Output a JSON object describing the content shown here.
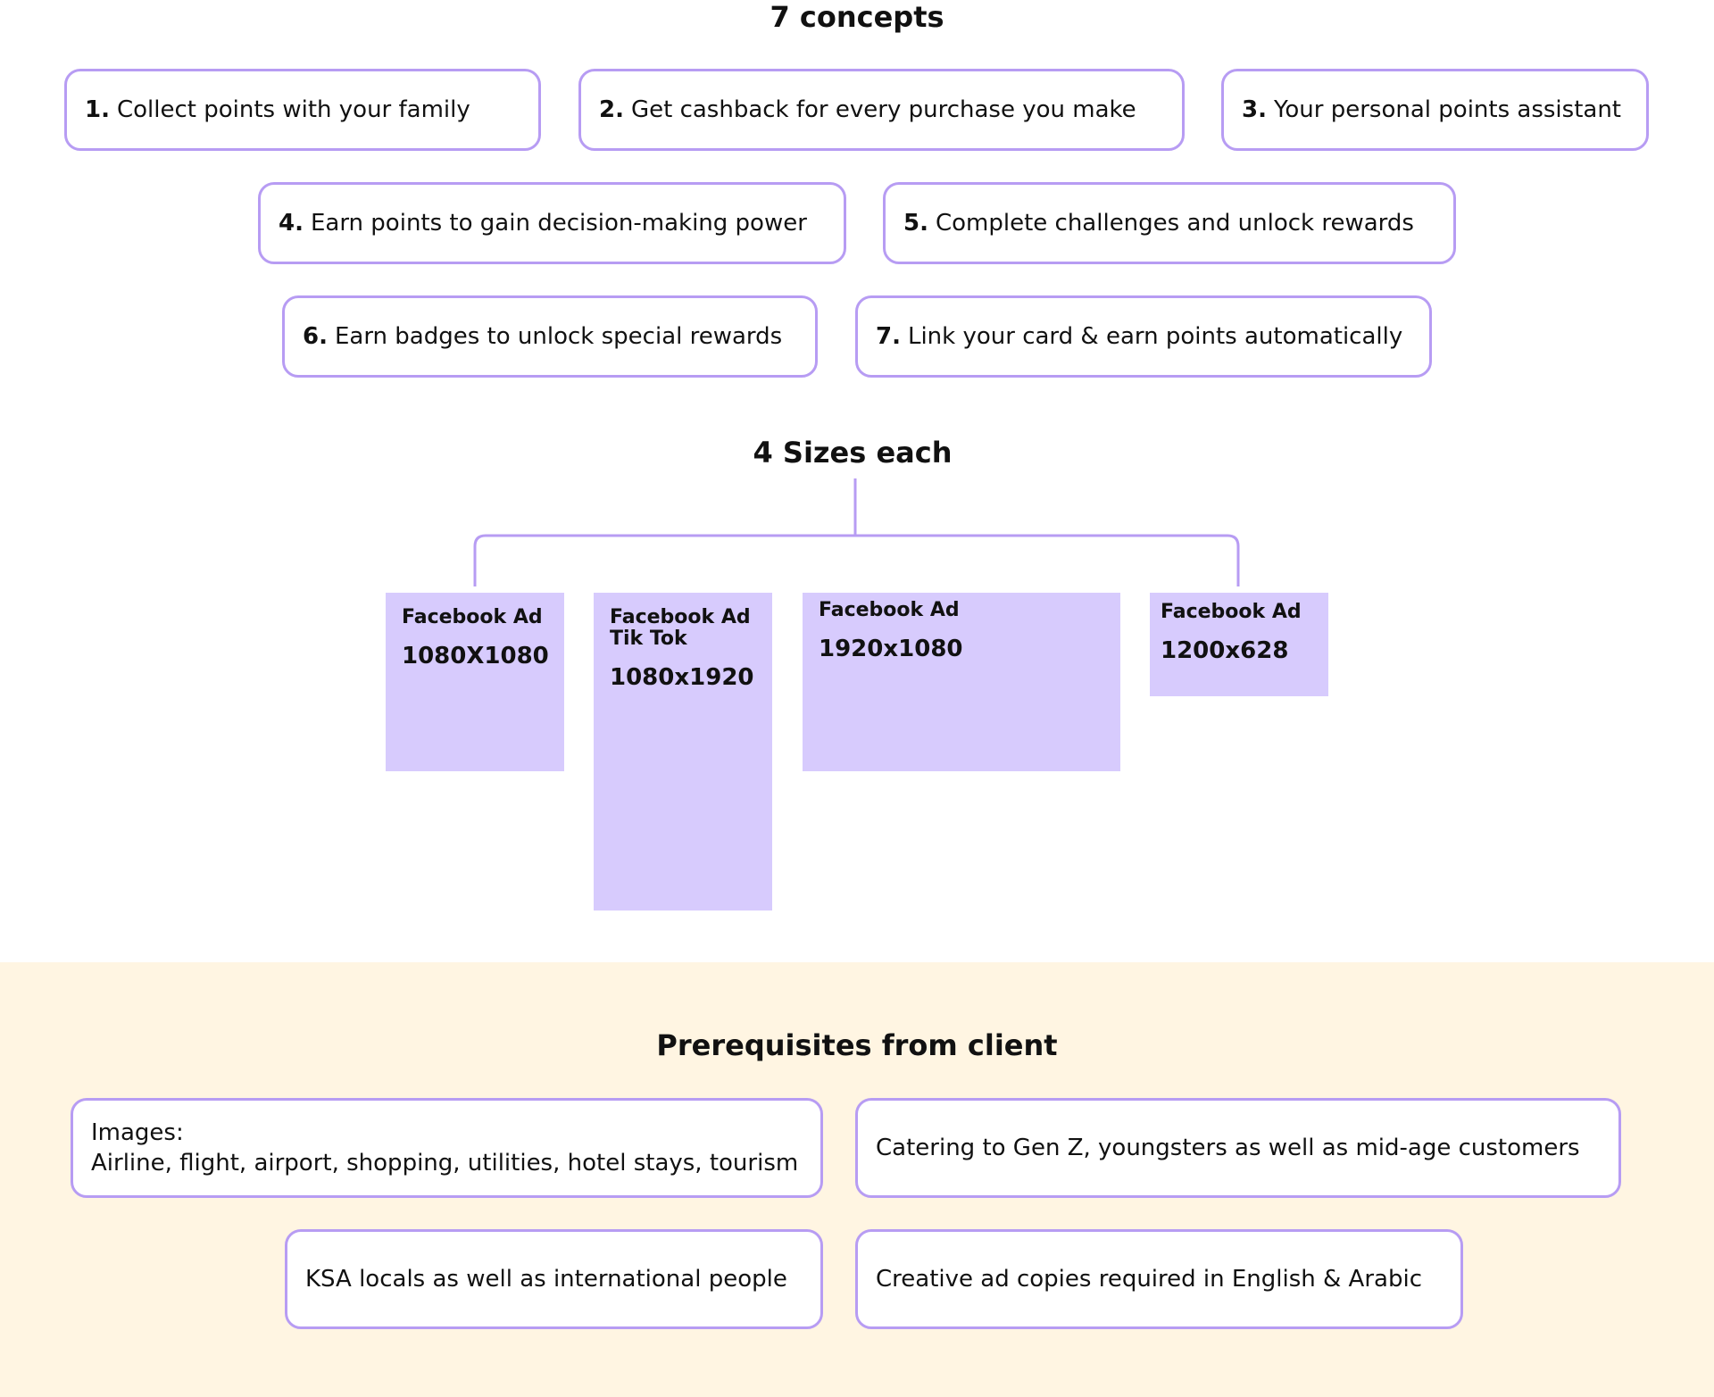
{
  "concepts": {
    "title": "7 concepts",
    "items": [
      {
        "num": "1.",
        "text": "Collect points with your family"
      },
      {
        "num": "2.",
        "text": "Get cashback for every purchase you make"
      },
      {
        "num": "3.",
        "text": "Your personal points assistant"
      },
      {
        "num": "4.",
        "text": "Earn points to gain decision-making power"
      },
      {
        "num": "5.",
        "text": "Complete challenges and unlock rewards"
      },
      {
        "num": "6.",
        "text": "Earn badges to unlock special rewards"
      },
      {
        "num": "7.",
        "text": "Link your card & earn points automatically"
      }
    ]
  },
  "sizes": {
    "title": "4 Sizes each",
    "items": [
      {
        "platform": "Facebook Ad",
        "dimensions": "1080X1080"
      },
      {
        "platform": "Facebook Ad\nTik Tok",
        "dimensions": "1080x1920"
      },
      {
        "platform": "Facebook Ad",
        "dimensions": "1920x1080"
      },
      {
        "platform": "Facebook Ad",
        "dimensions": "1200x628"
      }
    ]
  },
  "prerequisites": {
    "title": "Prerequisites from client",
    "images_label": "Images:",
    "images_list": "Airline, flight, airport, shopping, utilities, hotel stays, tourism",
    "items": [
      "Catering to Gen Z, youngsters as well as mid-age customers",
      "KSA locals as well as international people",
      "Creative ad copies required in English & Arabic"
    ]
  },
  "colors": {
    "box_border": "#B79CF3",
    "size_fill": "#D7CBFD",
    "band_background": "#FFF5E2"
  }
}
